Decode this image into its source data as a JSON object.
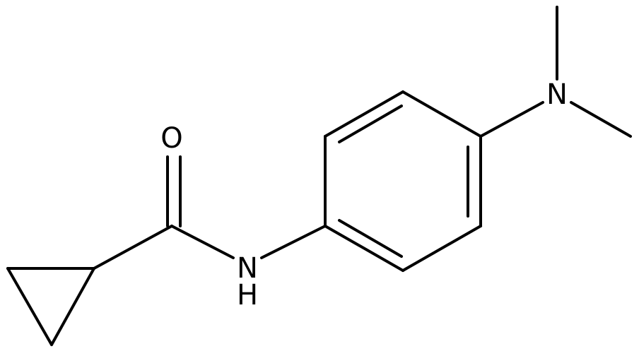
{
  "molecule": {
    "atoms": {
      "oxygen": "O",
      "amide_nitrogen": "N",
      "amide_hydrogen": "H",
      "amine_nitrogen": "N"
    },
    "colors": {
      "bond": "#000000",
      "label": "#000000",
      "background": "#ffffff"
    }
  }
}
